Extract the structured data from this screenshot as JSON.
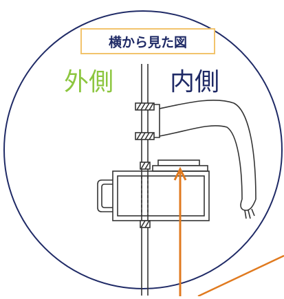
{
  "title": "横から見た図",
  "labels": {
    "outside": "外側",
    "inside": "内側"
  },
  "colors": {
    "circle_outline": "#1f2a66",
    "title_border": "#f2c36b",
    "title_text": "#1f2a66",
    "outside_label": "#8cc63f",
    "inside_label": "#1f2a66",
    "arrow": "#e07a1f",
    "drawing": "#333333"
  }
}
